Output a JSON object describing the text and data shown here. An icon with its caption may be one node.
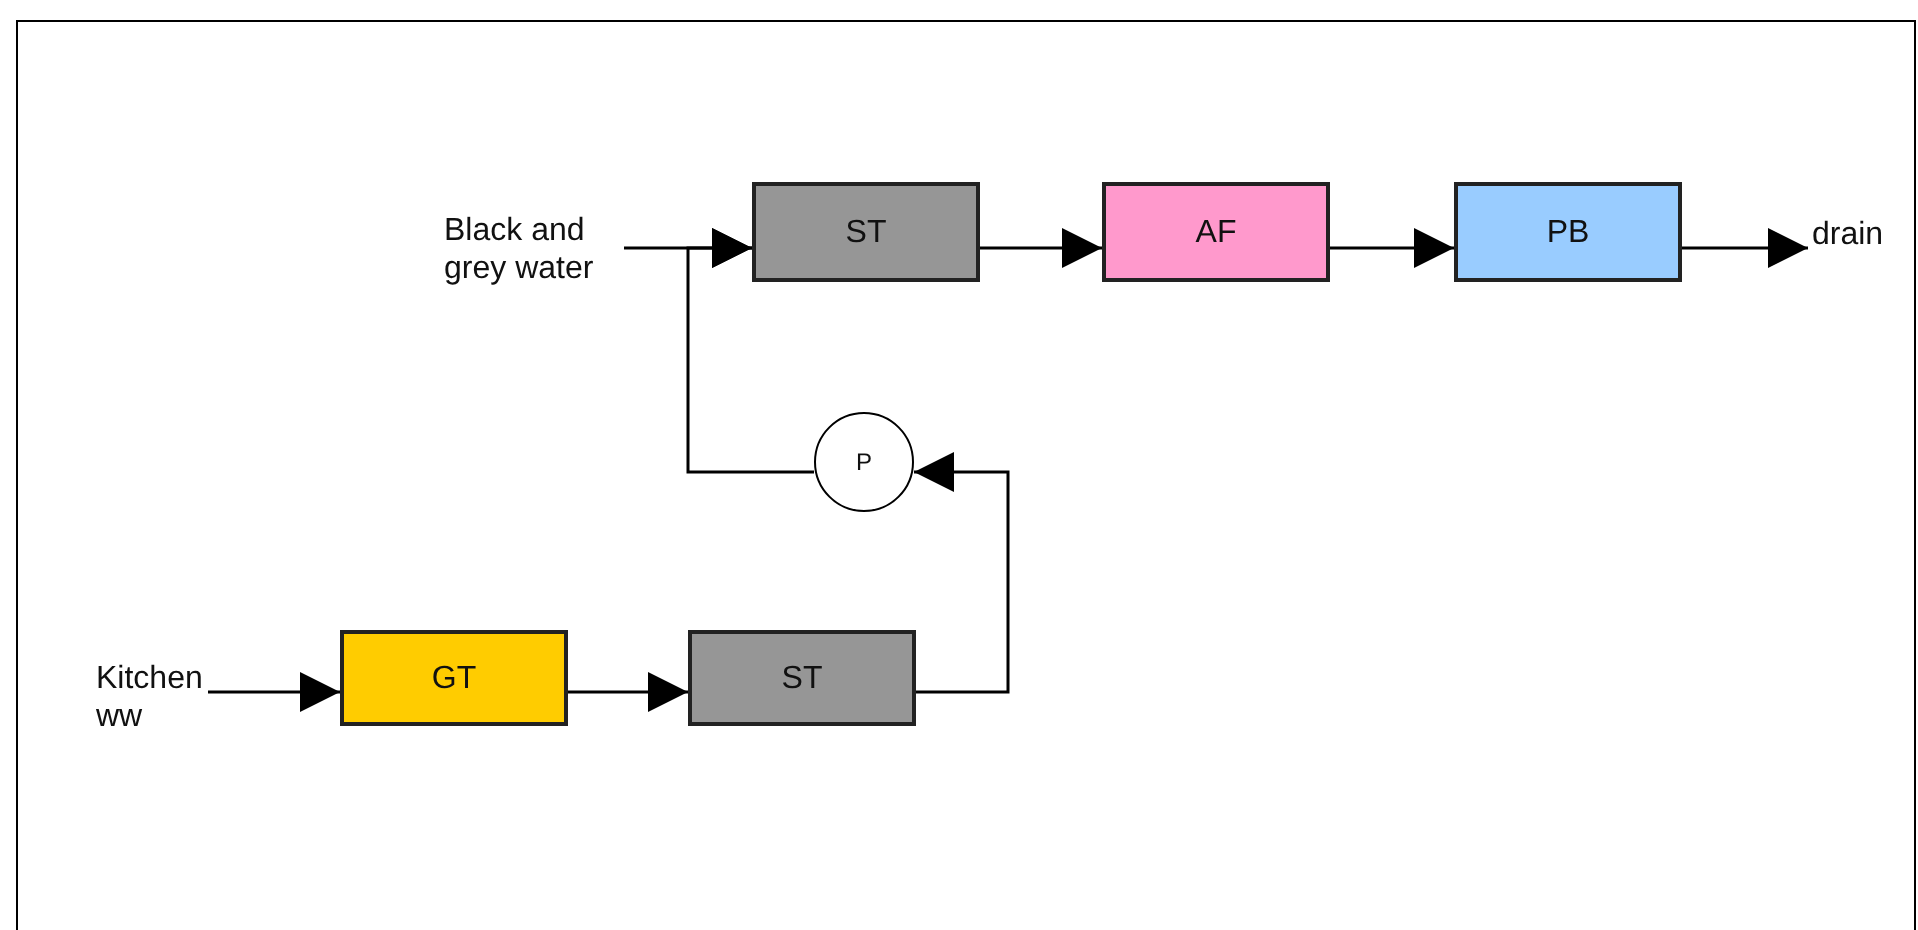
{
  "diagram": {
    "nodes": [
      {
        "text": [
          "Black and grey water"
        ]
      },
      {
        "text": [
          "ST"
        ]
      },
      {
        "text": [
          "AF"
        ]
      },
      {
        "text": [
          "PB"
        ]
      },
      {
        "text": [
          "drain"
        ]
      },
      {
        "text": [
          "P"
        ]
      },
      {
        "text": [
          "Kitchen ww"
        ]
      },
      {
        "text": [
          "GT"
        ]
      },
      {
        "text": [
          "ST"
        ]
      }
    ],
    "edges": [
      {
        "from": 0,
        "to": 1,
        "arrow": "to"
      },
      {
        "from": 1,
        "to": 2,
        "arrow": "to"
      },
      {
        "from": 2,
        "to": 3,
        "arrow": "to"
      },
      {
        "from": 3,
        "to": 4,
        "arrow": "to"
      },
      {
        "from": 6,
        "to": 7,
        "arrow": "to"
      },
      {
        "from": 7,
        "to": 8,
        "arrow": "to"
      },
      {
        "from": 8,
        "to": 5,
        "arrow": "to"
      },
      {
        "from": 5,
        "to": 1,
        "arrow": "to"
      }
    ]
  }
}
